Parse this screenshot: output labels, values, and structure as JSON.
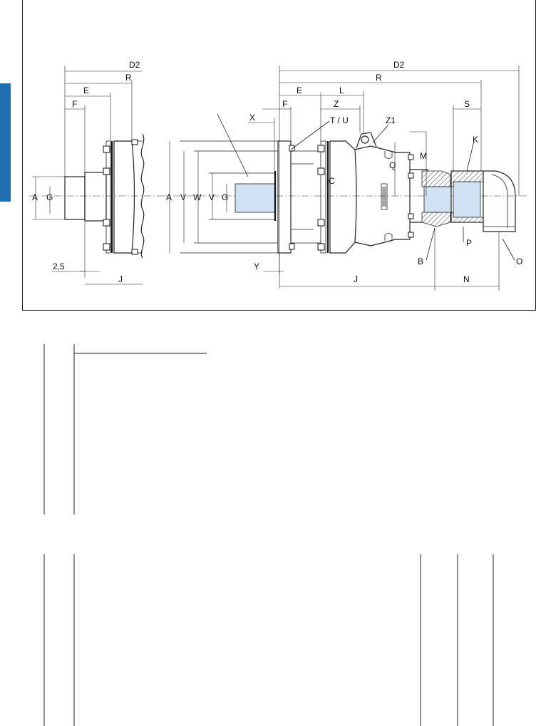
{
  "labels": {
    "left_view": {
      "d2": "D2",
      "r": "R",
      "e": "E",
      "f": "F",
      "a": "A",
      "g": "G",
      "gap": "2,5",
      "j": "J"
    },
    "main_view": {
      "d2": "D2",
      "r": "R",
      "e": "E",
      "l": "L",
      "f": "F",
      "x": "X",
      "z": "Z",
      "t_u": "T / U",
      "z1": "Z1",
      "m": "M",
      "s": "S",
      "k": "K",
      "q": "Q",
      "a": "A",
      "v1": "V",
      "w": "W",
      "v2": "V",
      "g": "G",
      "c": "C",
      "b": "B",
      "p": "P",
      "o": "O",
      "y": "Y",
      "j": "J",
      "n": "N"
    }
  },
  "colors": {
    "side_tab": "#1f6fb2",
    "shaft_fill": "#cfe1f2"
  }
}
